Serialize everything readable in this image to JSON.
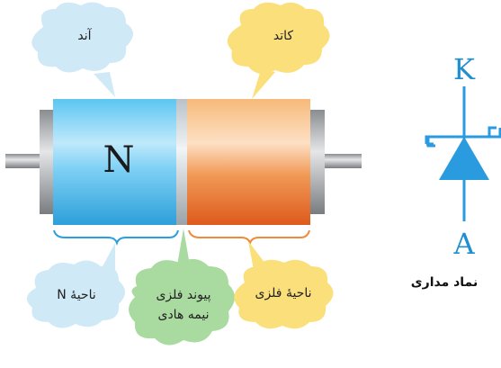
{
  "diagram": {
    "n_region_letter": "N",
    "callouts": {
      "anode": "آند",
      "cathode": "کاتد",
      "n_region": "ناحیهٔ N",
      "junction_line1": "پیوند فلزی",
      "junction_line2": "نیمه هادی",
      "metal_region": "ناحیهٔ فلزی"
    },
    "symbol": {
      "top_letter": "K",
      "bottom_letter": "A",
      "caption": "نماد مداری"
    }
  },
  "colors": {
    "blue_cloud": "#cfe9f7",
    "yellow_cloud": "#fbdf7a",
    "green_cloud": "#a9dba0",
    "symbol_blue": "#2b9be0",
    "n_blue": "#42b6ea",
    "metal_orange": "#e8743a"
  }
}
